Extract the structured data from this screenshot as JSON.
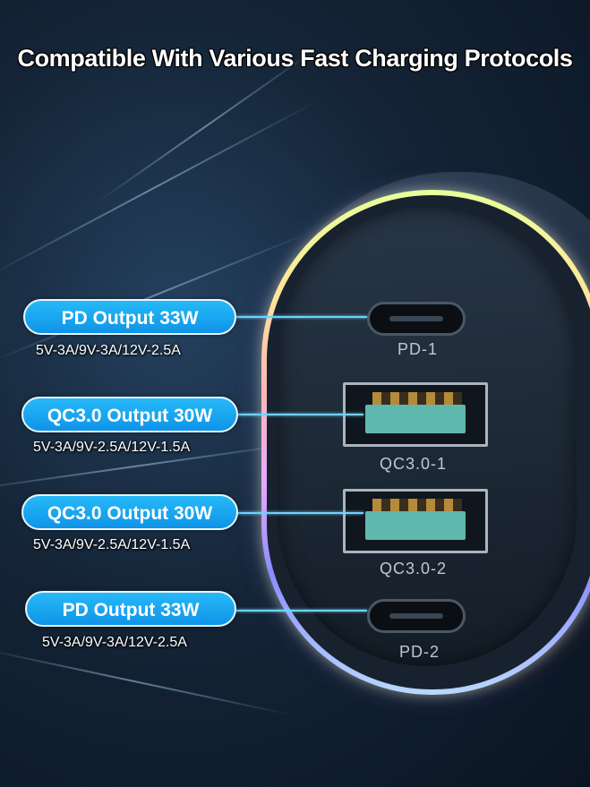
{
  "headline": "Compatible With Various Fast Charging Protocols",
  "ports": [
    {
      "port_label": "PD-1",
      "output": "PD Output 33W",
      "spec": "5V-3A/9V-3A/12V-2.5A"
    },
    {
      "port_label": "QC3.0-1",
      "output": "QC3.0 Output 30W",
      "spec": "5V-3A/9V-2.5A/12V-1.5A"
    },
    {
      "port_label": "QC3.0-2",
      "output": "QC3.0 Output 30W",
      "spec": "5V-3A/9V-2.5A/12V-1.5A"
    },
    {
      "port_label": "PD-2",
      "output": "PD Output 33W",
      "spec": "5V-3A/9V-3A/12V-2.5A"
    }
  ],
  "colors": {
    "pill": "#1aa6f2",
    "leader": "#6fd2ff",
    "ring_top": "#e8ff9a",
    "ring_mid": "#e6a9ff",
    "ring_bottom": "#8b8cff",
    "usb_insert": "#5fb8ad"
  }
}
